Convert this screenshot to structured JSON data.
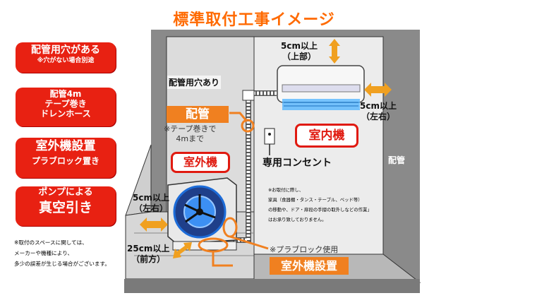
{
  "title": "標準取付工事イメージ",
  "left_badges": [
    {
      "line1": "配管用穴がある",
      "line2": "※穴がない場合別途"
    },
    {
      "line1": "配管4m",
      "line2": "テープ巻き",
      "line3": "ドレンホース"
    },
    {
      "line1": "室外機設置",
      "line2": "プラブロック置き"
    },
    {
      "line1": "ポンプによる",
      "line2": "真空引き"
    }
  ],
  "left_note": [
    "※取付のスペースに関しては、",
    "メーカーや機種により、",
    "多少の誤差が生じる場合がございます。"
  ],
  "diagram": {
    "hole_label": "配管用穴あり",
    "piping_label": "配管",
    "piping_note_line1": "※テープ巻きで",
    "piping_note_line2": "4mまで",
    "outdoor_unit_label": "室外機",
    "indoor_unit_label": "室内機",
    "outlet_label": "専用コンセント",
    "clearance_top_line1": "5cm以上",
    "clearance_top_line2": "（上部）",
    "clearance_indoor_side_line1": "5cm以上",
    "clearance_indoor_side_line2": "（左右）",
    "clearance_outdoor_side_line1": "5cm以上",
    "clearance_outdoor_side_line2": "（左右）",
    "clearance_front_line1": "25cm以上",
    "clearance_front_line2": "（前方）",
    "plablock_note": "※プラブロック使用",
    "outdoor_install_label": "室外機設置",
    "right_cut_label": "配管",
    "center_note": [
      "※お取付に際し、",
      "家具（食器棚・タンス・テーブル、ベッド等）",
      "の移動や、ドア・扉段の手摺の取外しなどの作業」",
      "はお承り致しておりません。"
    ]
  },
  "colors": {
    "accent_red": "#e82112",
    "accent_orange": "#f08020",
    "title_orange": "#ff6a00",
    "wall_gray": "#8a8a8a",
    "room_light": "#ececec"
  }
}
